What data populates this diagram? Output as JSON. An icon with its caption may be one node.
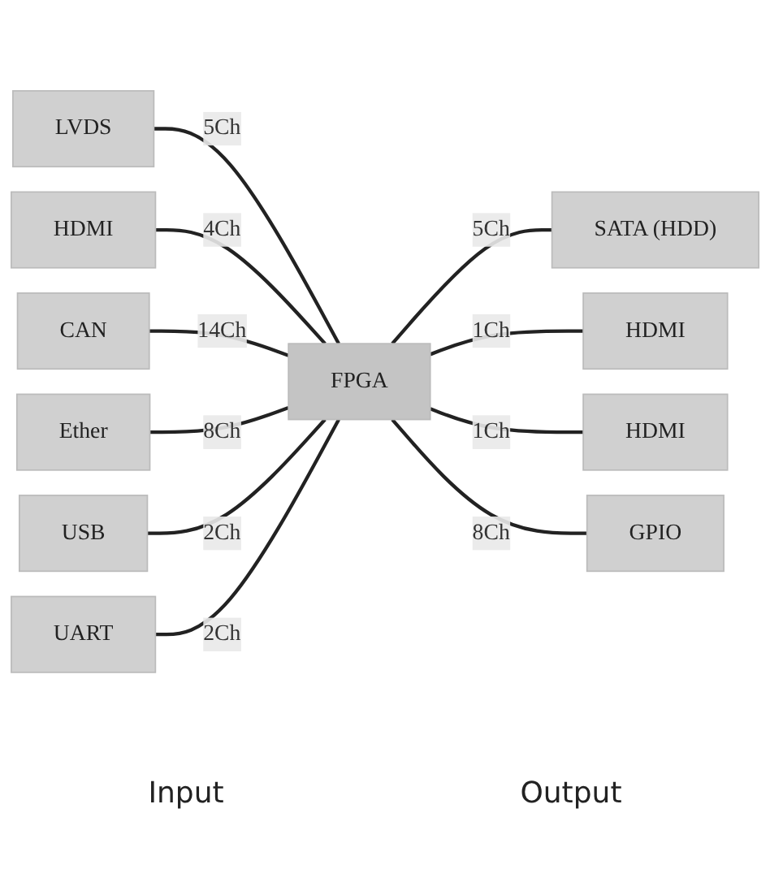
{
  "diagram": {
    "nodes": [
      {
        "text": [
          "LVDS"
        ]
      },
      {
        "text": [
          "HDMI"
        ]
      },
      {
        "text": [
          "CAN"
        ]
      },
      {
        "text": [
          "Ether"
        ]
      },
      {
        "text": [
          "USB"
        ]
      },
      {
        "text": [
          "UART"
        ]
      },
      {
        "text": [
          "FPGA"
        ]
      },
      {
        "text": [
          "SATA (HDD)"
        ]
      },
      {
        "text": [
          "HDMI"
        ]
      },
      {
        "text": [
          "HDMI"
        ]
      },
      {
        "text": [
          "GPIO"
        ]
      }
    ],
    "edges": [
      {
        "from": 0,
        "to": 6,
        "arrow": "none",
        "label": "5Ch"
      },
      {
        "from": 1,
        "to": 6,
        "arrow": "none",
        "label": "4Ch"
      },
      {
        "from": 2,
        "to": 6,
        "arrow": "none",
        "label": "14Ch"
      },
      {
        "from": 3,
        "to": 6,
        "arrow": "none",
        "label": "8Ch"
      },
      {
        "from": 4,
        "to": 6,
        "arrow": "none",
        "label": "2Ch"
      },
      {
        "from": 5,
        "to": 6,
        "arrow": "none",
        "label": "2Ch"
      },
      {
        "from": 6,
        "to": 7,
        "arrow": "none",
        "label": "5Ch"
      },
      {
        "from": 6,
        "to": 8,
        "arrow": "none",
        "label": "1Ch"
      },
      {
        "from": 6,
        "to": 9,
        "arrow": "none",
        "label": "1Ch"
      },
      {
        "from": 6,
        "to": 10,
        "arrow": "none",
        "label": "8Ch"
      }
    ],
    "labels": [
      "Input",
      "Output"
    ]
  }
}
